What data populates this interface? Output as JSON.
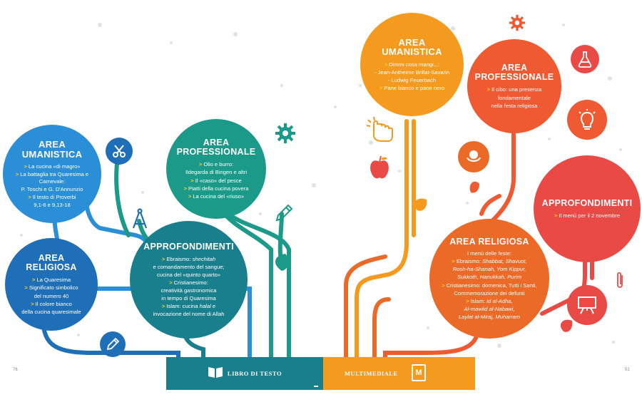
{
  "left": {
    "umanistica": {
      "title_line1": "AREA",
      "title_line2": "UMANISTICA",
      "items": [
        "La cucina «di magro»",
        "La battaglia tra Quaresima e Carnevale:",
        "P. Toschi e G. D'Annunzio",
        "Il testo di Proverbi",
        "9,1-6 e 9,13-18"
      ]
    },
    "professionale": {
      "title_line1": "AREA",
      "title_line2": "PROFESSIONALE",
      "items": [
        "Olio e burro:",
        "Ildegarda di Bingen e altri",
        "Il «caso» del pesce",
        "Piatti della cucina povera",
        "La cucina del «riuso»"
      ]
    },
    "religiosa": {
      "title_line1": "AREA",
      "title_line2": "RELIGIOSA",
      "items": [
        "La Quaresima",
        "Significato simbolico",
        "del numero 40",
        "Il colore bianco",
        "della cucina quaresimale"
      ]
    },
    "approfondimenti": {
      "title": "APPROFONDIMENTI",
      "items": [
        "Ebraismo: ",
        "shechitah",
        "e comandamento del sangue;",
        "cucina del «quinto quarto»",
        "Cristianesimo:",
        "creatività gastronomica",
        "in tempo di Quaresima",
        "Islam: cucina ",
        "halal",
        " e",
        "invocazione del nome di Allah"
      ]
    }
  },
  "right": {
    "umanistica": {
      "title_line1": "AREA",
      "title_line2": "UMANISTICA",
      "items": [
        "Dimmi cosa mangi...:",
        "Jean-Antheime Brillat-Savarin",
        "- Ludwig Feuerbach",
        "Pane bianco e pane nero"
      ]
    },
    "professionale": {
      "title_line1": "AREA",
      "title_line2": "PROFESSIONALE",
      "items": [
        "Il cibo: una presenza",
        "fondamentale",
        "nella festa religiosa"
      ]
    },
    "approfondimenti": {
      "title": "APPROFONDIMENTI",
      "items": [
        "Il menù per il 2 novembre"
      ]
    },
    "religiosa": {
      "title": "AREA RELIGIOSA",
      "intro": "I menù delle feste:",
      "items": [
        "Ebraismo: ",
        "Shabbat, Shavuot,",
        "Rosh-ha-Shanah, Yom Kippur,",
        "Sukkoth, Hanukkah, Purim",
        "Cristianesimo: domenica, Tutti i Santi,",
        "Commemorazione dei defunti",
        "Islam: ",
        "Id al-Adha,",
        "Al-mawlid al-Nabawi,",
        "Laylat al-Miraj, Muharram"
      ]
    }
  },
  "footer": {
    "libro": "LIBRO DI TESTO",
    "multimediale": "MULTIMEDIALE",
    "page_left": "76",
    "page_right": "51",
    "m_icon_letter": "M"
  },
  "colors": {
    "blue": "#2a8fd6",
    "dark_blue": "#1f6fb8",
    "teal": "#1b9a8a",
    "dark_teal": "#197f8c",
    "orange": "#f39a1f",
    "dark_orange": "#ec6a28",
    "red": "#ea4a45",
    "red_orange": "#ef5a32",
    "yellow": "#ffd21f"
  },
  "icons": {
    "scissors": "scissors-icon",
    "gear": "gear-icon",
    "compass": "compass-icon",
    "pencil": "pencil-icon",
    "book": "book-icon",
    "hand": "pointing-hand-icon",
    "apple": "apple-icon",
    "flask": "flask-icon",
    "bulb": "light-bulb-icon",
    "globe": "globe-hands-icon",
    "board": "presentation-board-icon",
    "paperclip": "paperclip-icon"
  }
}
